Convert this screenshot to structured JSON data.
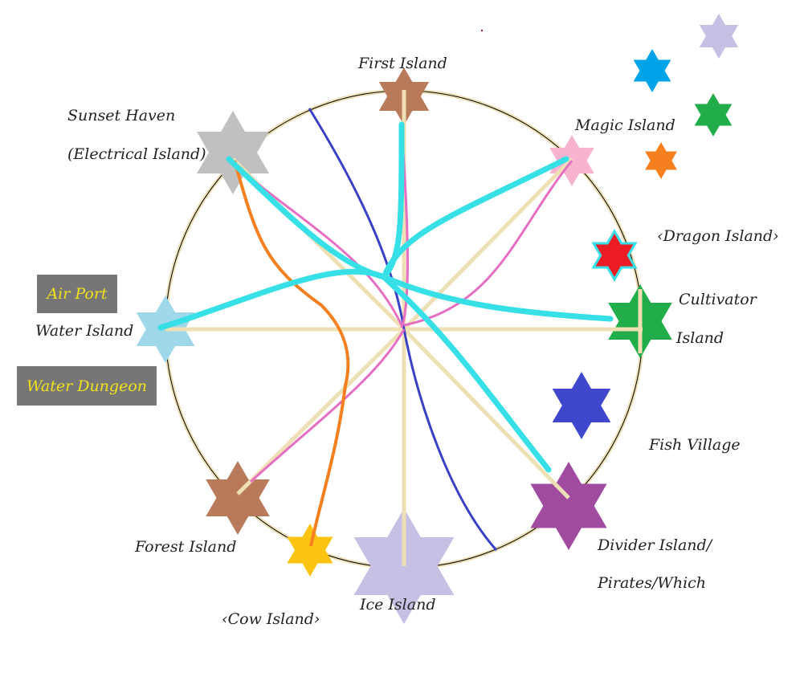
{
  "locations": {
    "first_island": "First Island",
    "sunset_haven": "Sunset Haven",
    "electrical_island": "(Electrical Island)",
    "magic_island": "Magic Island",
    "dragon_island": "‹Dragon Island›",
    "cultivator_1": "Cultivator",
    "cultivator_2": "Island",
    "fish_village": "Fish Village",
    "divider_1": "Divider Island/",
    "divider_2": "Pirates/Which",
    "ice_island": "Ice Island",
    "cow_island": "‹Cow Island›",
    "forest_island": "Forest Island",
    "water_island": "Water Island"
  },
  "tags": {
    "air_port": "Air Port",
    "water_dungeon": "Water Dungeon"
  },
  "colors": {
    "ring": "#eee0b4",
    "cyan_route": "#36e0e6",
    "pink_route": "#e66ec3",
    "blue_route": "#3a41c6",
    "orange_route": "#f6801f"
  }
}
